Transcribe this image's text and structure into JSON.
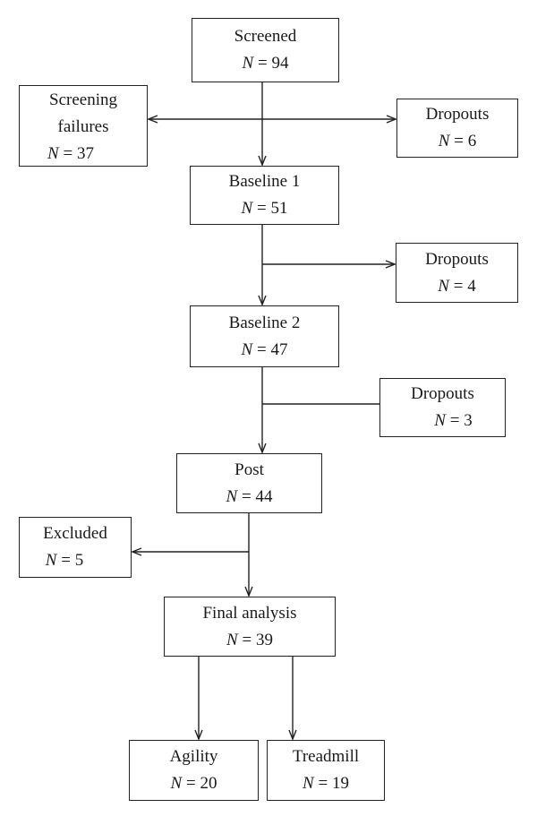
{
  "diagram": {
    "screened": {
      "label": "Screened",
      "n_symbol": "N",
      "n_value": "= 94"
    },
    "screening_failures": {
      "label_line1": "Screening",
      "label_line2": "failures",
      "n_symbol": "N",
      "n_value": "= 37"
    },
    "dropouts_1": {
      "label": "Dropouts",
      "n_symbol": "N",
      "n_value": "= 6"
    },
    "baseline_1": {
      "label": "Baseline 1",
      "n_symbol": "N",
      "n_value": "= 51"
    },
    "dropouts_2": {
      "label": "Dropouts",
      "n_symbol": "N",
      "n_value": "= 4"
    },
    "baseline_2": {
      "label": "Baseline 2",
      "n_symbol": "N",
      "n_value": "= 47"
    },
    "dropouts_3": {
      "label": "Dropouts",
      "n_symbol": "N",
      "n_value": "= 3"
    },
    "post": {
      "label": "Post",
      "n_symbol": "N",
      "n_value": "= 44"
    },
    "excluded": {
      "label": "Excluded",
      "n_symbol": "N",
      "n_value": "= 5"
    },
    "final_analysis": {
      "label": "Final analysis",
      "n_symbol": "N",
      "n_value": "= 39"
    },
    "agility": {
      "label": "Agility",
      "n_symbol": "N",
      "n_value": "= 20"
    },
    "treadmill": {
      "label": "Treadmill",
      "n_symbol": "N",
      "n_value": "= 19"
    }
  },
  "colors": {
    "line": "#222222",
    "text": "#1a1a1a",
    "background": "#ffffff"
  }
}
